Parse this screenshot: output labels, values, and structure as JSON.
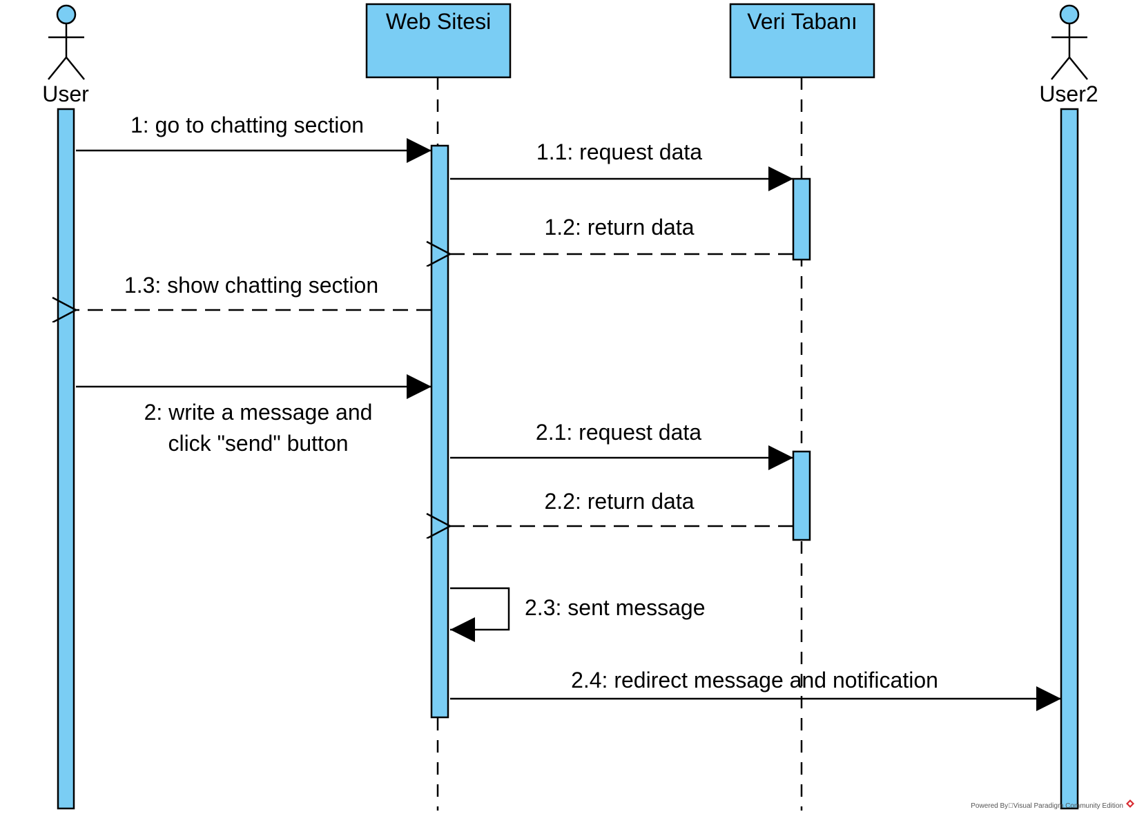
{
  "diagram": {
    "type": "sequence",
    "colors": {
      "fill": "#7ACDF4",
      "stroke": "#000000",
      "background": "#FFFFFF",
      "credit_icon": "#D8292F"
    },
    "participants": {
      "user": {
        "label": "User",
        "kind": "actor"
      },
      "web": {
        "label": "Web Sitesi",
        "kind": "object"
      },
      "db": {
        "label": "Veri Tabanı",
        "kind": "object"
      },
      "user2": {
        "label": "User2",
        "kind": "actor"
      }
    },
    "messages": {
      "m1": {
        "label": "1: go to chatting section",
        "from": "User",
        "to": "Web Sitesi",
        "style": "synchronous"
      },
      "m1_1": {
        "label": "1.1: request data",
        "from": "Web Sitesi",
        "to": "Veri Tabanı",
        "style": "synchronous"
      },
      "m1_2": {
        "label": "1.2: return data",
        "from": "Veri Tabanı",
        "to": "Web Sitesi",
        "style": "return"
      },
      "m1_3": {
        "label": "1.3: show chatting section",
        "from": "Web Sitesi",
        "to": "User",
        "style": "return"
      },
      "m2": {
        "label_line1": "2: write a message and",
        "label_line2": "click \"send\" button",
        "from": "User",
        "to": "Web Sitesi",
        "style": "synchronous"
      },
      "m2_1": {
        "label": "2.1: request data",
        "from": "Web Sitesi",
        "to": "Veri Tabanı",
        "style": "synchronous"
      },
      "m2_2": {
        "label": "2.2: return data",
        "from": "Veri Tabanı",
        "to": "Web Sitesi",
        "style": "return"
      },
      "m2_3": {
        "label": "2.3: sent message",
        "from": "Web Sitesi",
        "to": "Web Sitesi",
        "style": "self"
      },
      "m2_4": {
        "label": "2.4: redirect message and notification",
        "from": "Web Sitesi",
        "to": "User2",
        "style": "synchronous"
      }
    },
    "credit": {
      "text": "Powered By\u0000Visual Paradigm Community Edition",
      "icon": "visual-paradigm-logo-icon"
    }
  }
}
